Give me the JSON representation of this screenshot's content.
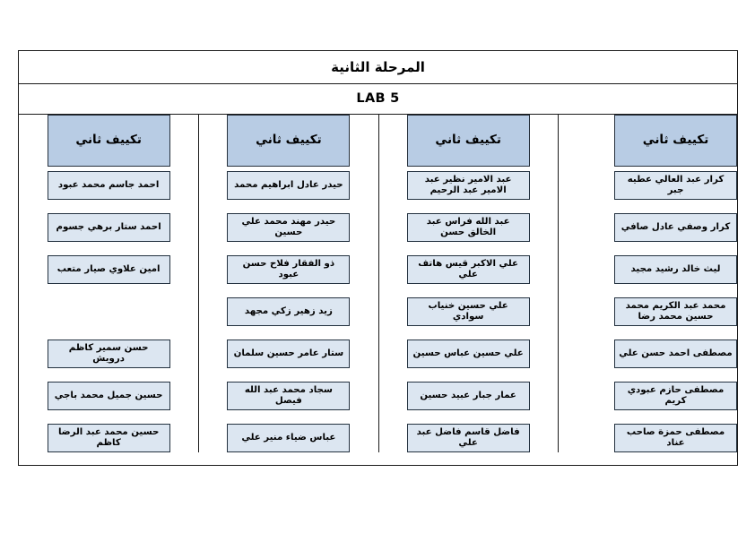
{
  "document": {
    "title_stage": "المرحلة الثانية",
    "title_lab": "LAB 5"
  },
  "colors": {
    "header_fill": "#b8cce4",
    "cell_fill": "#dce6f1",
    "border": "#1a1a1a",
    "page_background": "#ffffff"
  },
  "table": {
    "column_count": 4,
    "row_count": 7,
    "columns": [
      {
        "header": "تكييف ثاني",
        "cells": [
          "كرار عبد العالي عطيه جبر",
          "كرار وصفي عادل صافي",
          "ليث خالد رشيد مجيد",
          "محمد عبد الكريم محمد حسين محمد رضا",
          "مصطفى احمد حسن علي",
          "مصطفى حازم عبودي كريم",
          "مصطفى حمزة صاحب عناد"
        ]
      },
      {
        "header": "تكييف ثاني",
        "cells": [
          "عبد الامير نظير عبد الامير عبد الرحيم",
          "عبد الله فراس عبد الخالق حسن",
          "علي الاكبر قيس هاتف علي",
          "علي حسين خنياب سوادي",
          "علي حسين عباس حسين",
          "عمار جبار عبيد حسين",
          "فاضل قاسم فاضل عبد علي"
        ]
      },
      {
        "header": "تكييف ثاني",
        "cells": [
          "حيدر عادل ابراهيم محمد",
          "حيدر مهند محمد علي حسين",
          "ذو الفقار فلاح حسن عبود",
          "زيد زهير زكي مجهد",
          "ستار عامر حسين سلمان",
          "سجاد محمد عبد الله فيصل",
          "عباس ضياء منير علي"
        ]
      },
      {
        "header": "تكييف ثاني",
        "cells": [
          "احمد جاسم محمد عبود",
          "احمد ستار برهي جسوم",
          "امين علاوي صيار متعب",
          "",
          "حسن سمير كاظم درويش",
          "حسين جميل محمد باجي",
          "حسين محمد عبد الرضا كاظم"
        ]
      }
    ]
  }
}
